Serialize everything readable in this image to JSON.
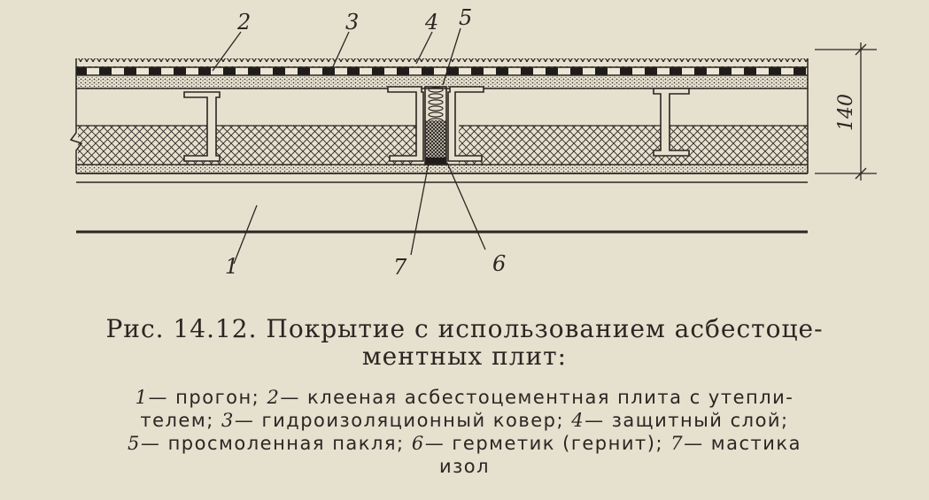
{
  "figure": {
    "callouts": [
      "1",
      "2",
      "3",
      "4",
      "5",
      "6",
      "7"
    ],
    "dimension": "140"
  },
  "caption": {
    "title_line1": "Рис. 14.12. Покрытие с использованием асбестоце-",
    "title_line2": "ментных плит:",
    "legend": [
      {
        "num": "1",
        "text": "прогон;"
      },
      {
        "num": "2",
        "text": "клееная асбестоцементная плита с утепли-"
      },
      {
        "num": "",
        "text": "телем;"
      },
      {
        "num": "3",
        "text": "гидроизоляционный ковер;"
      },
      {
        "num": "4",
        "text": "защитный слой;"
      },
      {
        "num": "5",
        "text": "просмоленная пакля;"
      },
      {
        "num": "6",
        "text": "герметик (гернит);"
      },
      {
        "num": "7",
        "text": "мастика"
      },
      {
        "num": "",
        "text": "изол"
      }
    ]
  },
  "colors": {
    "paper": "#e6e0cf",
    "ink": "#2a2622"
  }
}
